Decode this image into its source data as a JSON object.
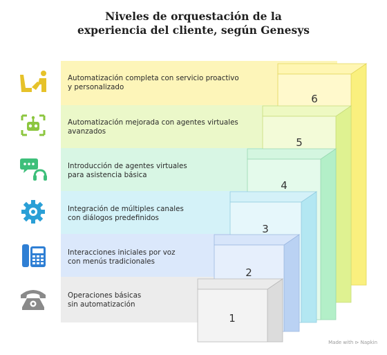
{
  "title": {
    "line1": "Niveles de orquestación de la",
    "line2": "experiencia del cliente, según Genesys"
  },
  "levels": [
    {
      "number": "6",
      "line1": "Automatización completa con servicio proactivo",
      "line2": "y personalizado",
      "icon": "person-with-robot-arm-icon",
      "color": "#fdf5b9"
    },
    {
      "number": "5",
      "line1": "Automatización mejorada con agentes virtuales",
      "line2": "avanzados",
      "icon": "robot-face-icon",
      "color": "#ebf8c9"
    },
    {
      "number": "4",
      "line1": "Introducción de agentes virtuales",
      "line2": "para asistencia básica",
      "icon": "chat-headset-icon",
      "color": "#d8f6e4"
    },
    {
      "number": "3",
      "line1": "Integración de múltiples canales",
      "line2": "con diálogos predefinidos",
      "icon": "gear-network-icon",
      "color": "#d4f2f8"
    },
    {
      "number": "2",
      "line1": "Interacciones iniciales por voz",
      "line2": "con menús tradicionales",
      "icon": "desk-phone-icon",
      "color": "#dbe8fb"
    },
    {
      "number": "1",
      "line1": "Operaciones básicas",
      "line2": "sin automatización",
      "icon": "telephone-icon",
      "color": "#ececec"
    }
  ],
  "footer": "Made with ⊳ Napkin"
}
